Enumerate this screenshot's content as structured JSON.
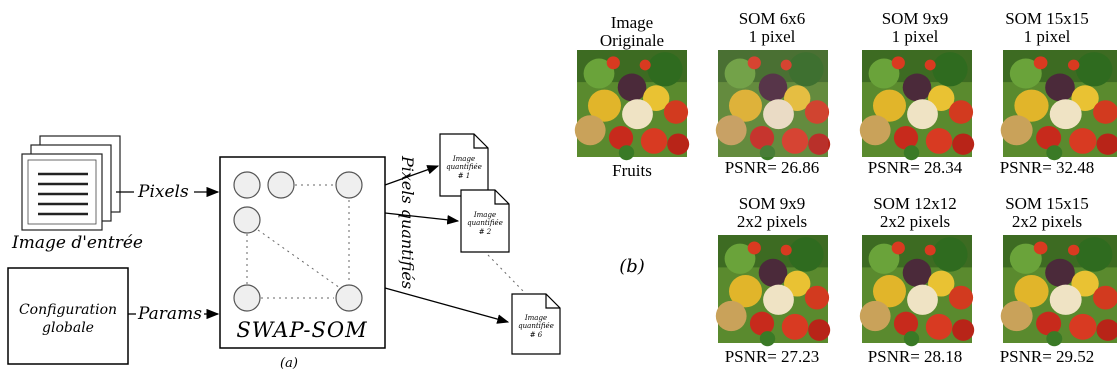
{
  "panel_a": {
    "input_image_label": "Image d'entrée",
    "pixels_label": "Pixels",
    "params_label": "Params",
    "config_line1": "Configuration",
    "config_line2": "globale",
    "som_label": "SWAP-SOM",
    "quantized_pixels_label": "Pixels quantifiés",
    "panel_letter": "(a)",
    "docs": [
      {
        "line1": "Image",
        "line2": "quantifiée",
        "num": "# 1"
      },
      {
        "line1": "Image",
        "line2": "quantifiée",
        "num": "# 2"
      },
      {
        "line1": "Image",
        "line2": "quantifiée",
        "num": "# 6"
      }
    ]
  },
  "panel_b": {
    "panel_letter": "(b)",
    "original": {
      "line1": "Image",
      "line2": "Originale",
      "name": "Fruits"
    },
    "row1": [
      {
        "line1": "SOM 6x6",
        "line2": "1 pixel",
        "psnr": "PSNR= 26.86"
      },
      {
        "line1": "SOM 9x9",
        "line2": "1 pixel",
        "psnr": "PSNR= 28.34"
      },
      {
        "line1": "SOM 15x15",
        "line2": "1 pixel",
        "psnr": "PSNR= 32.48"
      }
    ],
    "row2": [
      {
        "line1": "SOM 9x9",
        "line2": "2x2 pixels",
        "psnr": "PSNR= 27.23"
      },
      {
        "line1": "SOM 12x12",
        "line2": "2x2 pixels",
        "psnr": "PSNR= 28.18"
      },
      {
        "line1": "SOM 15x15",
        "line2": "2x2 pixels",
        "psnr": "PSNR= 29.52"
      }
    ]
  },
  "colors": {
    "node_fill": "#efefef",
    "node_stroke": "#555555",
    "dotted": "#666666"
  }
}
